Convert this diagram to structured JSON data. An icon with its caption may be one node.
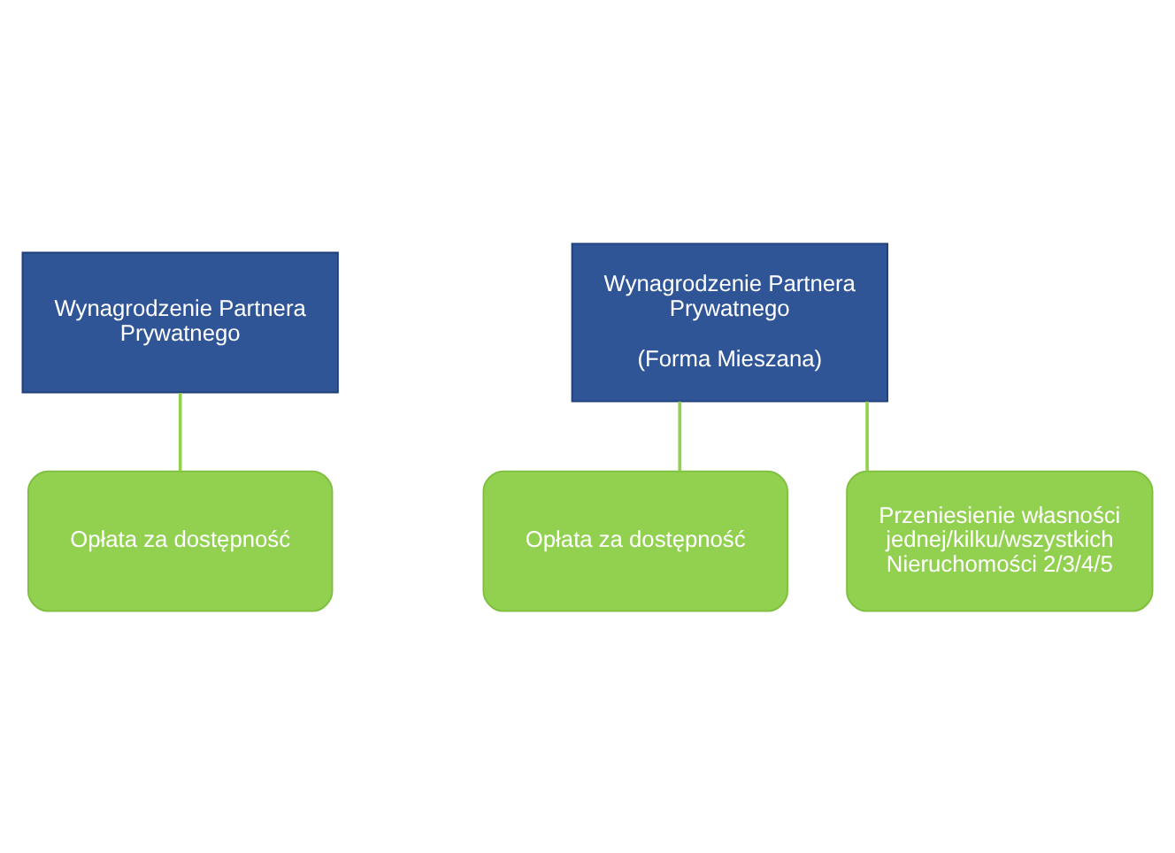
{
  "diagram": {
    "nodes": [
      {
        "text": [
          "Wynagrodzenie Partnera Prywatnego"
        ]
      },
      {
        "text": [
          "Opłata za dostępność"
        ]
      },
      {
        "text": [
          "Wynagrodzenie Partnera Prywatnego",
          "(Forma Mieszana)"
        ]
      },
      {
        "text": [
          "Opłata za dostępność"
        ]
      },
      {
        "text": [
          "Przeniesienie własności jednej/kilku/wszystkich Nieruchomości 2/3/4/5"
        ]
      }
    ],
    "edges": [
      {
        "from": 0,
        "to": 1,
        "arrow": "none"
      },
      {
        "from": 2,
        "to": 3,
        "arrow": "none"
      },
      {
        "from": 2,
        "to": 4,
        "arrow": "none"
      }
    ]
  }
}
